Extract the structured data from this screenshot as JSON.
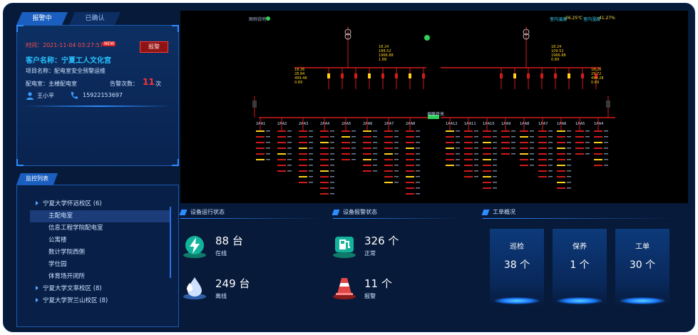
{
  "alarm": {
    "tabs": [
      "报警中",
      "已确认"
    ],
    "time": "时间：2021-11-04 03:27:57",
    "new_badge": "NEW",
    "button": "报警",
    "customer": "客户名称：宁夏工人文化宫",
    "project": "项目名称：配电室安全预警运维",
    "room": "配电室：主楼配电室",
    "count_label": "告警次数：",
    "count": "11",
    "count_unit": "次",
    "user": "王小平",
    "phone": "15922153697"
  },
  "monitor": {
    "title": "监控列表",
    "items": [
      {
        "label": "宁夏大学怀远校区 (6)",
        "type": "group"
      },
      {
        "label": "主配电室",
        "type": "child",
        "selected": true
      },
      {
        "label": "信息工程学院配电室",
        "type": "child"
      },
      {
        "label": "公寓楼",
        "type": "child"
      },
      {
        "label": "数计学院西侧",
        "type": "child"
      },
      {
        "label": "学仕园",
        "type": "child"
      },
      {
        "label": "体育场开闭所",
        "type": "child"
      },
      {
        "label": "宁夏大学文萃校区 (8)",
        "type": "group"
      },
      {
        "label": "宁夏大学贺兰山校区 (8)",
        "type": "group"
      }
    ]
  },
  "diagram": {
    "legend": "图例说明",
    "temp1_label": "室内温度",
    "temp1_value": "26.25℃",
    "temp2_label": "室内湿度",
    "temp2_value": "41.27%",
    "bus_label": "母联开关",
    "left_feeders": [
      "2AA1",
      "2AA2",
      "2AA3",
      "2AA4",
      "2AA5",
      "2AA6",
      "2AA7",
      "2AA8"
    ],
    "right_feeders": [
      "1AA12",
      "1AA11",
      "1AA10",
      "1AA9",
      "1AA8",
      "1AA7",
      "1AA6",
      "1AA5",
      "1AA4"
    ],
    "colors": {
      "line": "#d11a1a",
      "yellow": "#ffd11a",
      "green": "#2fd05a"
    }
  },
  "device_status": {
    "title": "设备运行状态",
    "online_value": "88 台",
    "online_label": "在线",
    "offline_value": "249 台",
    "offline_label": "离线"
  },
  "alarm_status": {
    "title": "设备报警状态",
    "normal_value": "326 个",
    "normal_label": "正常",
    "alarm_value": "11 个",
    "alarm_label": "报警"
  },
  "work_order": {
    "title": "工单概况",
    "cards": [
      {
        "title": "巡检",
        "value": "38 个"
      },
      {
        "title": "保养",
        "value": "1 个"
      },
      {
        "title": "工单",
        "value": "30 个"
      }
    ]
  }
}
